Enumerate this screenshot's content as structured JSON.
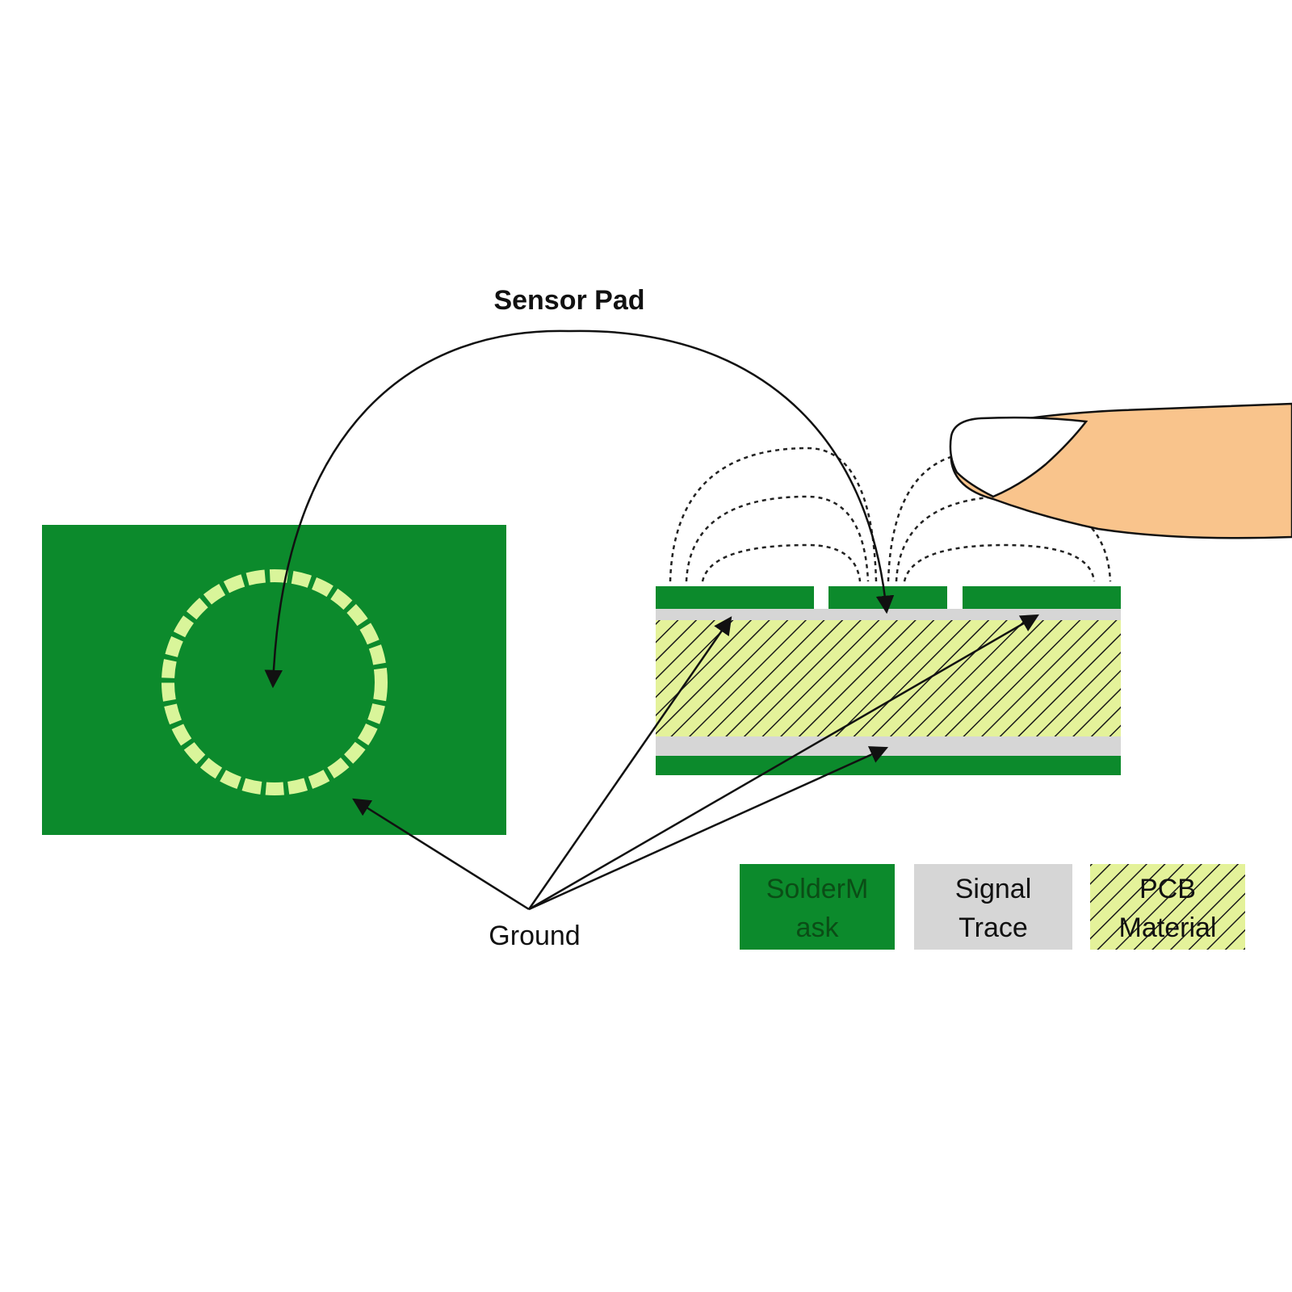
{
  "labels": {
    "sensor_pad": "Sensor Pad",
    "ground": "Ground"
  },
  "legend": [
    {
      "line1": "SolderM",
      "line2": "ask",
      "text_color": "#0b4d16",
      "swatch_color": "#0c8a2c"
    },
    {
      "line1": "Signal",
      "line2": "Trace",
      "text_color": "#111111",
      "swatch_color": "#d6d6d6"
    },
    {
      "line1": "PCB",
      "line2": "Material",
      "text_color": "#111111",
      "swatch_color": "#e4f29a"
    }
  ],
  "colors": {
    "solder_mask": "#0c8a2c",
    "signal_trace": "#d6d6d6",
    "pcb_material": "#e4f29a",
    "hatch": "#1a1a1a",
    "ring": "#d9f59a",
    "finger_skin": "#f9c48c",
    "finger_nail": "#ffffff"
  }
}
